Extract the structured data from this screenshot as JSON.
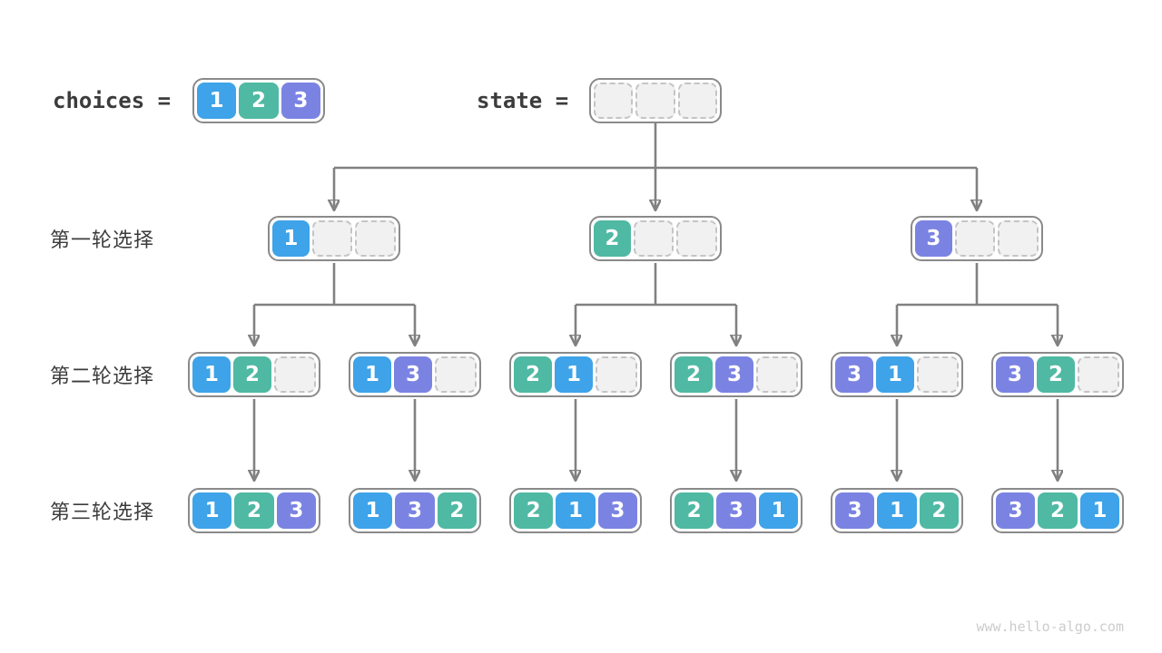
{
  "colors": {
    "cell1": "#3EA3E8",
    "cell2": "#4FB9A3",
    "cell3": "#7B83E2",
    "arrow": "#818181",
    "box_border": "#8A8A8A",
    "empty_fill": "#F1F1F2",
    "empty_border": "#C4C4C6",
    "label_text": "#3C3C3C",
    "watermark": "#CCCCCC"
  },
  "header": {
    "choices_label": "choices =",
    "state_label": "state =",
    "choices_cells": [
      "1",
      "2",
      "3"
    ],
    "state_cells": [
      "",
      "",
      ""
    ]
  },
  "rows": [
    {
      "label": "第一轮选择",
      "nodes": [
        [
          "1",
          "",
          ""
        ],
        [
          "2",
          "",
          ""
        ],
        [
          "3",
          "",
          ""
        ]
      ]
    },
    {
      "label": "第二轮选择",
      "nodes": [
        [
          "1",
          "2",
          ""
        ],
        [
          "1",
          "3",
          ""
        ],
        [
          "2",
          "1",
          ""
        ],
        [
          "2",
          "3",
          ""
        ],
        [
          "3",
          "1",
          ""
        ],
        [
          "3",
          "2",
          ""
        ]
      ]
    },
    {
      "label": "第三轮选择",
      "nodes": [
        [
          "1",
          "2",
          "3"
        ],
        [
          "1",
          "3",
          "2"
        ],
        [
          "2",
          "1",
          "3"
        ],
        [
          "2",
          "3",
          "1"
        ],
        [
          "3",
          "1",
          "2"
        ],
        [
          "3",
          "2",
          "1"
        ]
      ]
    }
  ],
  "watermark": "www.hello-algo.com"
}
